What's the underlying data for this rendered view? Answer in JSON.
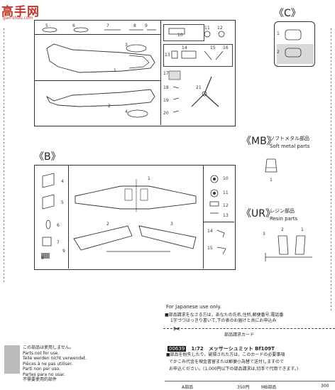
{
  "watermark": {
    "site_name": "高手网",
    "site_url": "gao-shou.com"
  },
  "sections": {
    "C": {
      "letter": "《C》",
      "parts": [
        "1",
        "2"
      ]
    },
    "B": {
      "letter": "《B》"
    },
    "MB": {
      "letter": "《MB》",
      "jp": "ソフトメタル部品",
      "en": "Soft metal parts",
      "parts": [
        "1"
      ]
    },
    "UR": {
      "letter": "《UR》",
      "jp": "レジン部品",
      "en": "Resin parts",
      "parts": [
        "3",
        "2",
        "1"
      ]
    }
  },
  "sprue_A_numbers": [
    "5",
    "6",
    "7",
    "8",
    "9",
    "10",
    "11",
    "12",
    "3",
    "1",
    "13",
    "14",
    "15",
    "16",
    "17",
    "18",
    "19",
    "20",
    "21",
    "2",
    "4"
  ],
  "sprue_B_numbers": [
    "4",
    "5",
    "6",
    "7",
    "8",
    "9",
    "1",
    "2",
    "3",
    "10",
    "11",
    "12",
    "13",
    "14",
    "15"
  ],
  "legend": {
    "lines": [
      "この部品は使用しません。",
      "Parts not for use.",
      "Teile werden nicht verwendet.",
      "Pièces à ne pas utiliser.",
      "Parti non per uso.",
      "Partes para no usar.",
      "不需要使用的部件"
    ]
  },
  "japan_notice": {
    "title": "For Japanese use only.",
    "line1": "■部品請求をなさる方は，あなたの氏名,住所,郵便番号,電話番",
    "line2": "1字づつはっきり書いて,下の表のお届けと共にお申込み",
    "line3": "■部品を紛失したり，破損された方は，このカードの必要事項",
    "line4": "でかこみ代金を現金書留または郵便小為替で送付しますので",
    "line5": "お申込ください。(1,000円以下の部品請求は,切手で代用できます。)"
  },
  "card": {
    "heading": "部品請求カード",
    "product_code": "00639",
    "scale": "1:72",
    "product_name": "メッサーシュミット Bf109T",
    "price_a_label": "A部品",
    "price_a": "350円",
    "price_mb_label": "MB部品",
    "price_mb": "300"
  }
}
